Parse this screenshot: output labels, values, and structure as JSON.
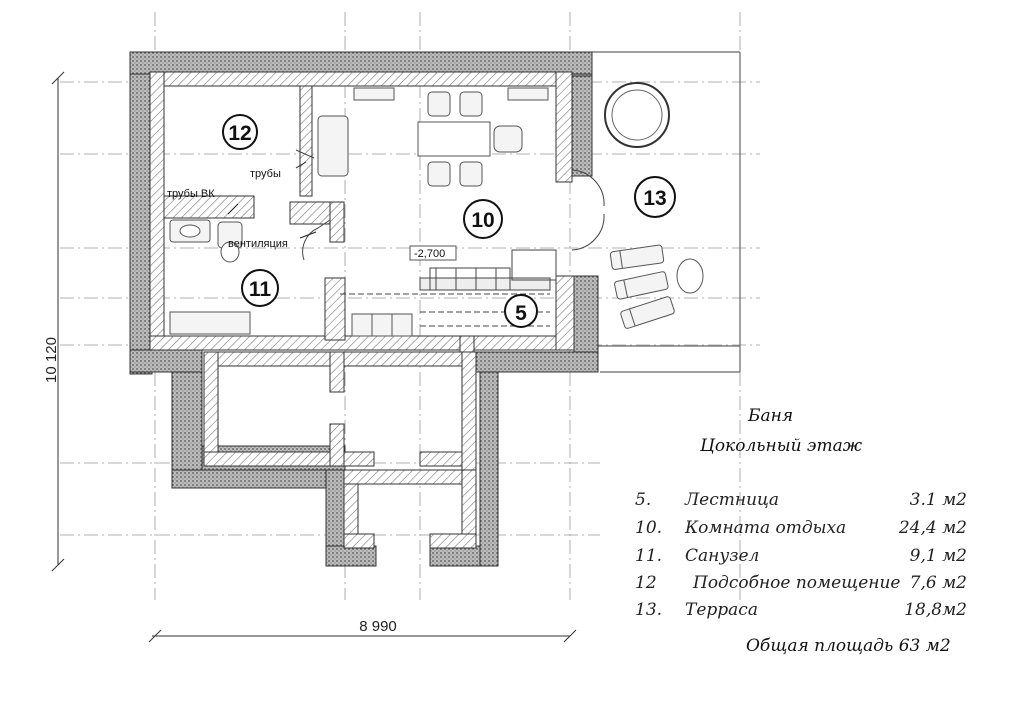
{
  "dimensions": {
    "height": "10 120",
    "width": "8 990"
  },
  "labels": {
    "pipes_vk": "трубы ВК",
    "pipes": "трубы",
    "ventilation": "вентиляция",
    "level": "-2,700"
  },
  "room_numbers": {
    "r12": "12",
    "r11": "11",
    "r10": "10",
    "r5": "5",
    "r13": "13"
  },
  "title": {
    "line1": "Баня",
    "line2": "Цокольный этаж"
  },
  "rooms": [
    {
      "num": "5.",
      "name": "Лестница",
      "area": "3.1 м2"
    },
    {
      "num": "10.",
      "name": "Комната отдыха",
      "area": "24,4 м2"
    },
    {
      "num": "11.",
      "name": "Санузел",
      "area": "9,1 м2"
    },
    {
      "num": "12",
      "name": "Подсобное помещение",
      "area": "7,6 м2"
    },
    {
      "num": "13.",
      "name": "Терраса",
      "area": "18,8м2"
    }
  ],
  "total": "Общая площадь 63 м2"
}
